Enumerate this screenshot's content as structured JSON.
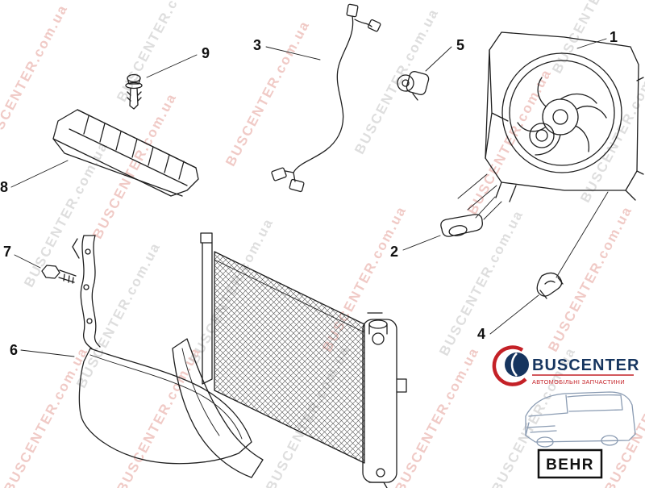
{
  "watermark": {
    "text": "BUSCENTER.com.ua"
  },
  "callouts": {
    "c1": "1",
    "c2": "2",
    "c3": "3",
    "c4": "4",
    "c5": "5",
    "c6": "6",
    "c7": "7",
    "c8": "8",
    "c9": "9"
  },
  "logo": {
    "brand": "BUSCENTER",
    "tagline": "АВТОМОБІЛЬНІ ЗАПЧАСТИНИ",
    "brand_color": "#16355f",
    "accent_color": "#c42127"
  },
  "badge": {
    "label": "BEHR"
  },
  "colors": {
    "watermark_red": "#e59f98",
    "watermark_gray": "#c4c4c4",
    "line": "#1f1f1f"
  }
}
